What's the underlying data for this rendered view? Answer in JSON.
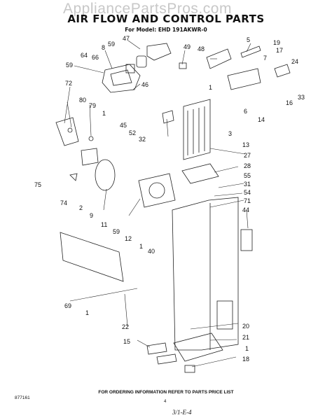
{
  "header": {
    "title": "AIR FLOW AND CONTROL PARTS",
    "model": "For Model: EHD 191AKWR-0",
    "watermark": "AppliancePartsPros.com"
  },
  "footer": {
    "instruction": "FOR ORDERING INFORMATION REFER TO PARTS PRICE LIST",
    "page_number": "4",
    "catalog_code": "877161",
    "handwritten_note": "3/1-E-4"
  },
  "callouts": [
    "47",
    "59",
    "8",
    "66",
    "64",
    "59",
    "49",
    "48",
    "5",
    "19",
    "17",
    "7",
    "24",
    "72",
    "46",
    "80",
    "79",
    "1",
    "45",
    "52",
    "32",
    "1",
    "6",
    "14",
    "16",
    "33",
    "3",
    "13",
    "27",
    "28",
    "55",
    "31",
    "54",
    "71",
    "44",
    "75",
    "74",
    "2",
    "9",
    "11",
    "59",
    "12",
    "1",
    "40",
    "69",
    "1",
    "22",
    "20",
    "21",
    "1",
    "18",
    "15"
  ]
}
